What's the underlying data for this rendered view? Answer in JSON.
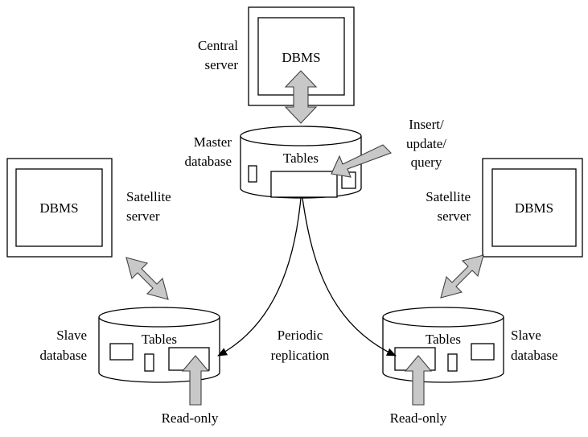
{
  "central_server": {
    "label_line1": "Central",
    "label_line2": "server",
    "dbms": "DBMS"
  },
  "master_database": {
    "label_line1": "Master",
    "label_line2": "database",
    "tables": "Tables"
  },
  "operations": {
    "line1": "Insert/",
    "line2": "update/",
    "line3": "query"
  },
  "satellite_left": {
    "label_line1": "Satellite",
    "label_line2": "server",
    "dbms": "DBMS"
  },
  "satellite_right": {
    "label_line1": "Satellite",
    "label_line2": "server",
    "dbms": "DBMS"
  },
  "slave_left": {
    "label_line1": "Slave",
    "label_line2": "database",
    "tables": "Tables",
    "access": "Read-only"
  },
  "slave_right": {
    "label_line1": "Slave",
    "label_line2": "database",
    "tables": "Tables",
    "access": "Read-only"
  },
  "replication": {
    "line1": "Periodic",
    "line2": "replication"
  },
  "colors": {
    "arrow_fill": "#c8c8c8",
    "stroke": "#000000",
    "background": "#ffffff"
  }
}
